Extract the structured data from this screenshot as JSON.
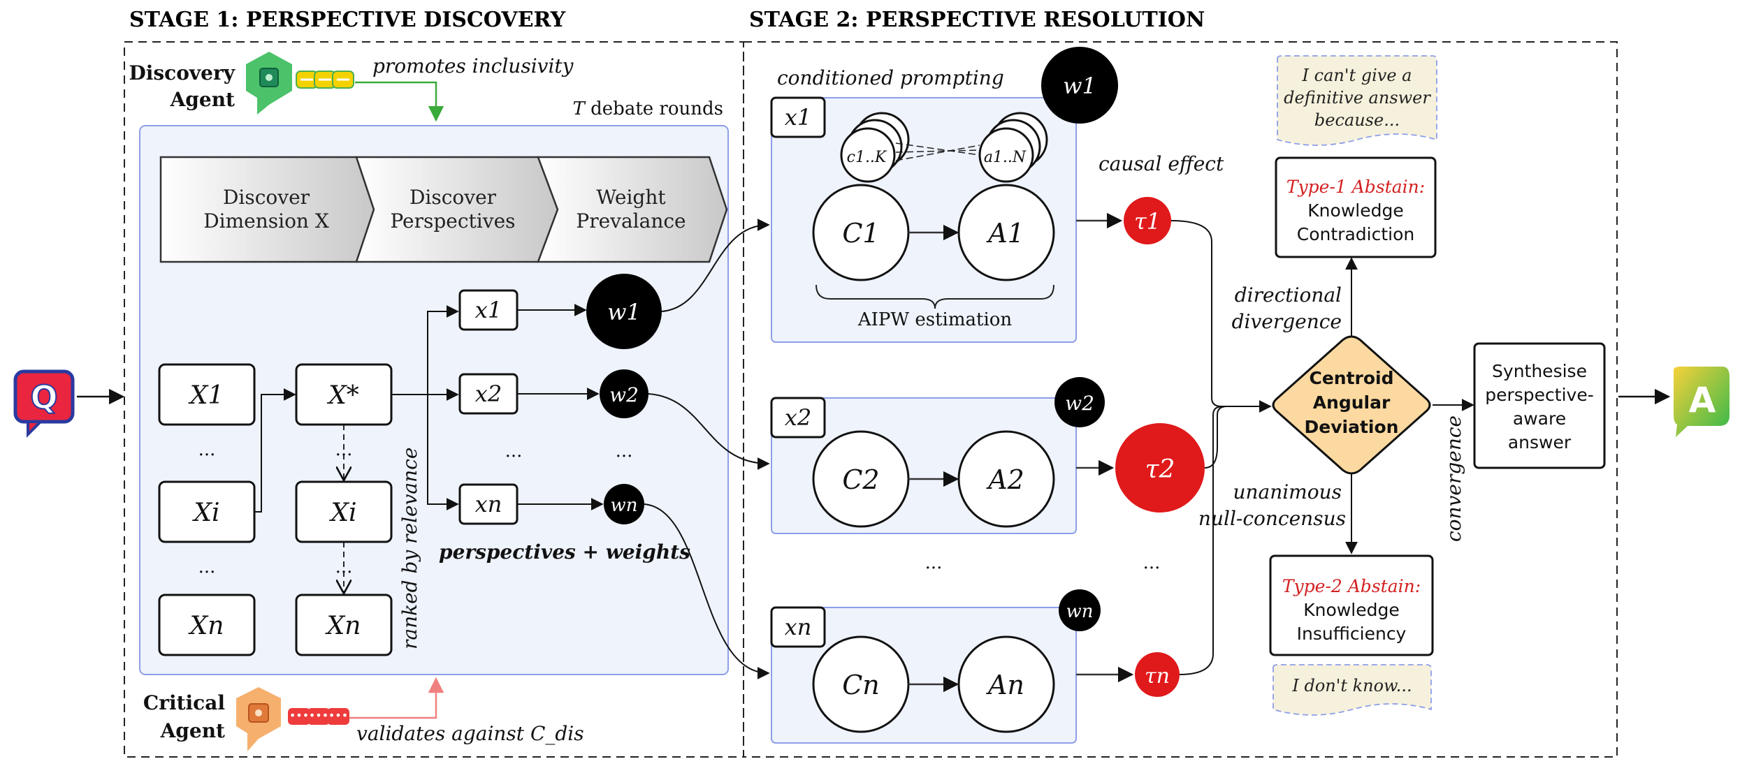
{
  "stage1": {
    "title": "STAGE 1: PERSPECTIVE DISCOVERY",
    "discovery_agent": [
      "Discovery",
      "Agent"
    ],
    "promotes": "promotes inclusivity",
    "debate_rounds": "debate rounds",
    "debate_T": "T",
    "chevrons": [
      [
        "Discover",
        "Dimension X"
      ],
      [
        "Discover",
        "Perspectives"
      ],
      [
        "Weight",
        "Prevalance"
      ]
    ],
    "dims_left": [
      "X1",
      "Xi",
      "Xn"
    ],
    "x_star": "X*",
    "dims_mid": [
      "Xi",
      "Xn"
    ],
    "persp": [
      "x1",
      "x2",
      "xn"
    ],
    "weights": [
      "w1",
      "w2",
      "wn"
    ],
    "ellipsis": "...",
    "ranked": "ranked by relevance",
    "persp_weights": "perspectives + weights",
    "critical_agent": [
      "Critical",
      "Agent"
    ],
    "validates": "validates against C_dis"
  },
  "stage2": {
    "title": "STAGE 2: PERSPECTIVE RESOLUTION",
    "conditioned": "conditioned prompting",
    "c_stack": "c1..K",
    "a_stack": "a1..N",
    "aipw": "AIPW estimation",
    "causal_effect": "causal effect",
    "blocks": [
      {
        "x": "x1",
        "w": "w1",
        "c": "C1",
        "a": "A1",
        "tau": "τ1"
      },
      {
        "x": "x2",
        "w": "w2",
        "c": "C2",
        "a": "A2",
        "tau": "τ2"
      },
      {
        "x": "xn",
        "w": "wn",
        "c": "Cn",
        "a": "An",
        "tau": "τn"
      }
    ],
    "directional": [
      "directional",
      "divergence"
    ],
    "unanimous": [
      "unanimous",
      "null-concensus"
    ],
    "convergence": "convergence",
    "centroid": [
      "Centroid",
      "Angular",
      "Deviation"
    ],
    "type1_title": "Type-1 Abstain:",
    "type1_body": [
      "Knowledge",
      "Contradiction"
    ],
    "type2_title": "Type-2 Abstain:",
    "type2_body": [
      "Knowledge",
      "Insufficiency"
    ],
    "bubble1": [
      "I can't give a",
      "definitive answer",
      "because..."
    ],
    "bubble2": "I don't know...",
    "synth": [
      "Synthesise",
      "perspective-",
      "aware",
      "answer"
    ]
  },
  "icons": {
    "question": "Q",
    "answer": "A"
  },
  "colors": {
    "panel_fill": "#eef3fc",
    "panel_stroke": "#8e9ee8",
    "red": "#e0191b",
    "diamond": "#fbd9a0",
    "green": "#3aaa3a",
    "salmon": "#f08080"
  }
}
